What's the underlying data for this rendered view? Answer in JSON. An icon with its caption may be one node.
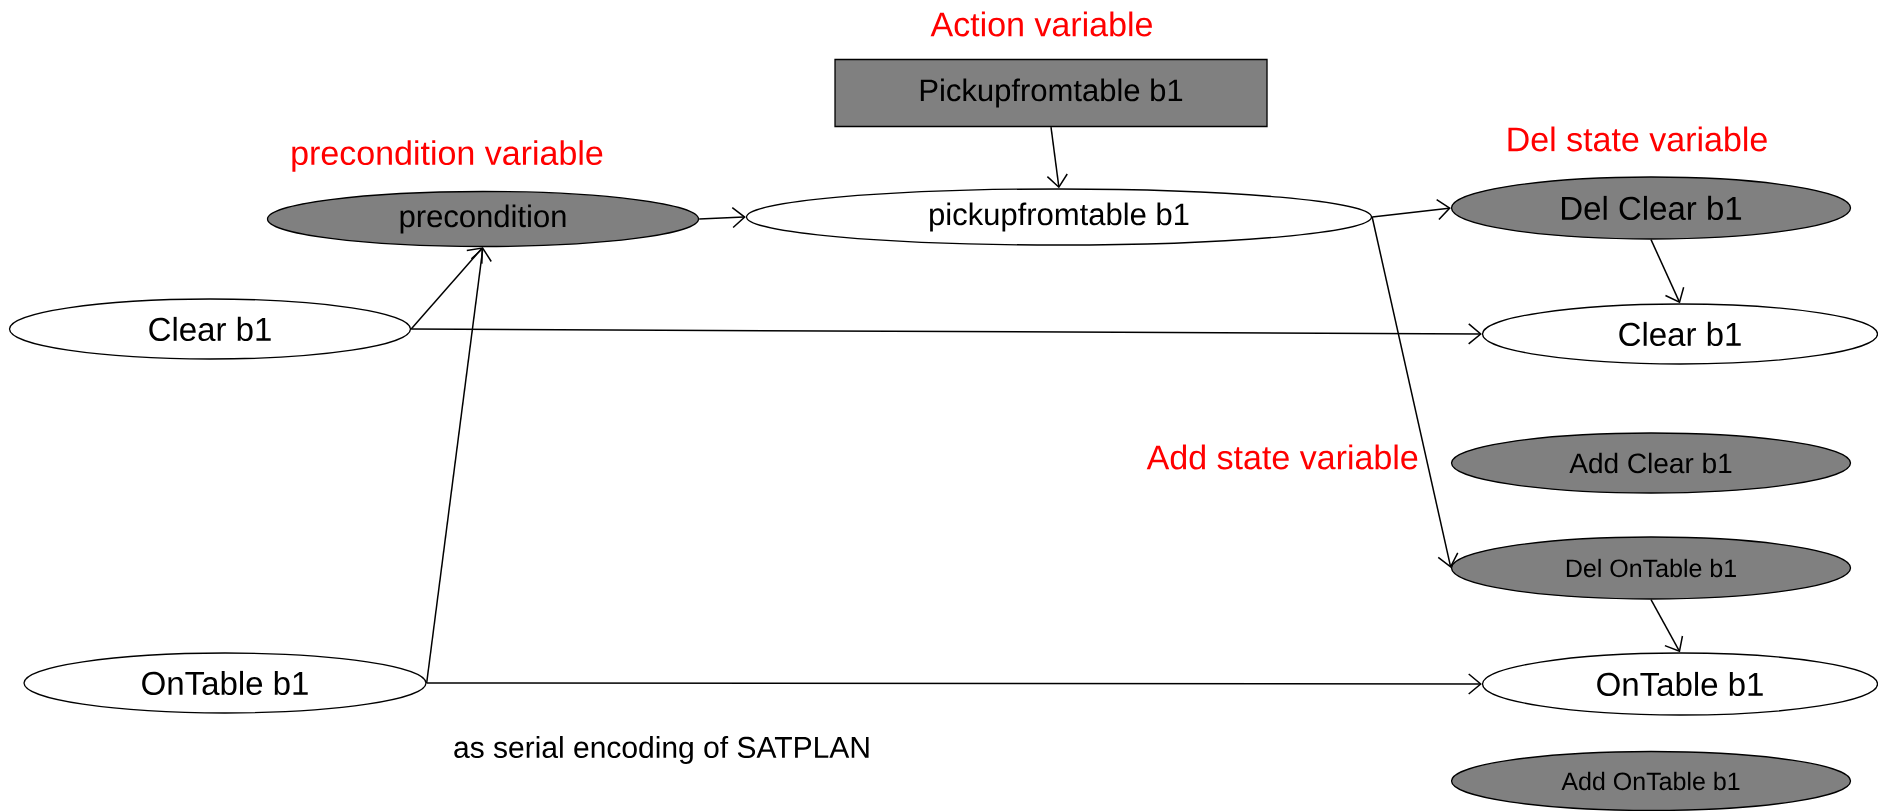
{
  "diagram": {
    "nodes": [
      {
        "text": [
          "precondition"
        ]
      },
      {
        "text": [
          "Pickupfromtable b1"
        ]
      },
      {
        "text": [
          "pickupfromtable b1"
        ]
      },
      {
        "text": [
          "Clear b1"
        ]
      },
      {
        "text": [
          "OnTable b1"
        ]
      },
      {
        "text": [
          "Del Clear b1"
        ]
      },
      {
        "text": [
          "Clear b1"
        ]
      },
      {
        "text": [
          "Add Clear b1"
        ]
      },
      {
        "text": [
          "Del OnTable b1"
        ]
      },
      {
        "text": [
          "OnTable b1"
        ]
      },
      {
        "text": [
          "Add OnTable b1"
        ]
      }
    ],
    "edges": [
      {
        "from": 0,
        "to": 2,
        "arrow": "to"
      },
      {
        "from": 1,
        "to": 2,
        "arrow": "to"
      },
      {
        "from": 2,
        "to": 5,
        "arrow": "to"
      },
      {
        "from": 2,
        "to": 8,
        "arrow": "to"
      },
      {
        "from": 5,
        "to": 6,
        "arrow": "to"
      },
      {
        "from": 3,
        "to": 0,
        "arrow": "to"
      },
      {
        "from": 3,
        "to": 6,
        "arrow": "to"
      },
      {
        "from": 4,
        "to": 0,
        "arrow": "to"
      },
      {
        "from": 4,
        "to": 9,
        "arrow": "to"
      },
      {
        "from": 8,
        "to": 9,
        "arrow": "to"
      }
    ],
    "labels": [
      "Action variable",
      "precondition variable",
      "Del state variable",
      "Add state variable",
      "as serial encoding of SATPLAN"
    ]
  }
}
